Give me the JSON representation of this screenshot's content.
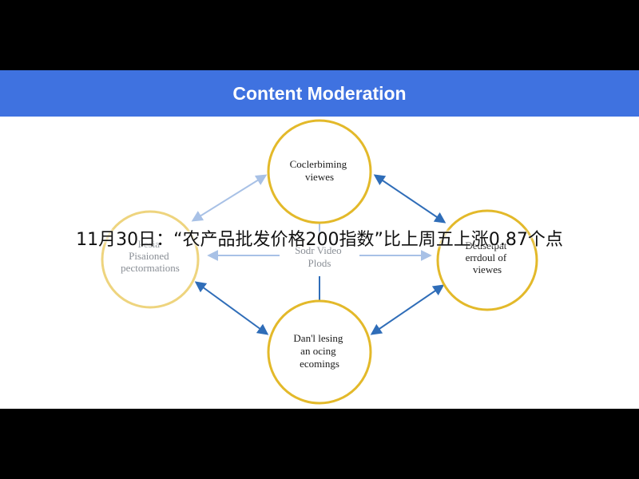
{
  "slide": {
    "title": "Content Moderation"
  },
  "diagram": {
    "nodes": [
      {
        "id": "top",
        "lines": [
          "Coclerbiming",
          "viewes"
        ]
      },
      {
        "id": "left",
        "lines": [
          "Pesia",
          "Pisaioned",
          "pectormations"
        ]
      },
      {
        "id": "center",
        "lines": [
          "Sodr Video",
          "Plods"
        ]
      },
      {
        "id": "right",
        "lines": [
          "Deusetpat",
          "errdoul of",
          "viewes"
        ]
      },
      {
        "id": "bottom",
        "lines": [
          "Dan'l lesing",
          "an ocing",
          "ecomings"
        ]
      }
    ],
    "colors": {
      "node_border": "#e3b92a",
      "arrow_dark": "#2f6db8",
      "arrow_light": "#a8c1e6"
    }
  },
  "overlay": {
    "caption": "11月30日：“农产品批发价格200指数”比上周五上涨0.87个点"
  }
}
